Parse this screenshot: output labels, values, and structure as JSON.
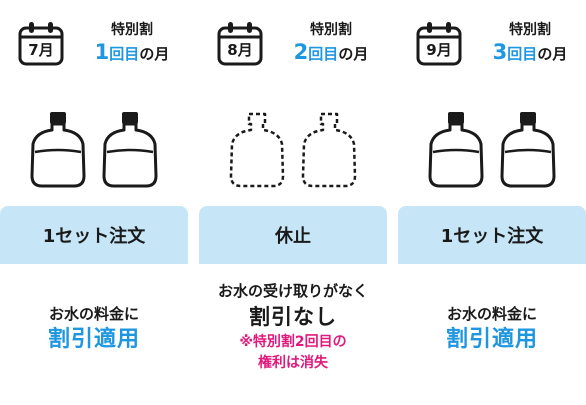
{
  "columns": [
    {
      "month": "7月",
      "head_top": "特別割",
      "head_num": "1",
      "head_kai": "回目",
      "head_suffix": "の月",
      "bottle_style": "solid",
      "band_label": "1セット注文",
      "result_line1": "お水の料金に",
      "result_line2": "割引適用"
    },
    {
      "month": "8月",
      "head_top": "特別割",
      "head_num": "2",
      "head_kai": "回目",
      "head_suffix": "の月",
      "bottle_style": "dashed",
      "band_label": "休止",
      "result_line1": "お水の受け取りがなく",
      "result_line2": "割引なし",
      "note_line1": "※特別割2回目の",
      "note_line2": "権利は消失"
    },
    {
      "month": "9月",
      "head_top": "特別割",
      "head_num": "3",
      "head_kai": "回目",
      "head_suffix": "の月",
      "bottle_style": "solid",
      "band_label": "1セット注文",
      "result_line1": "お水の料金に",
      "result_line2": "割引適用"
    }
  ],
  "colors": {
    "accent_blue": "#1f96e0",
    "band_bg": "#c6e6f7",
    "note_pink": "#e0197d",
    "text": "#1a1a1a"
  },
  "icons": [
    "calendar-icon",
    "water-bottle-icon",
    "water-bottle-outline-icon"
  ]
}
